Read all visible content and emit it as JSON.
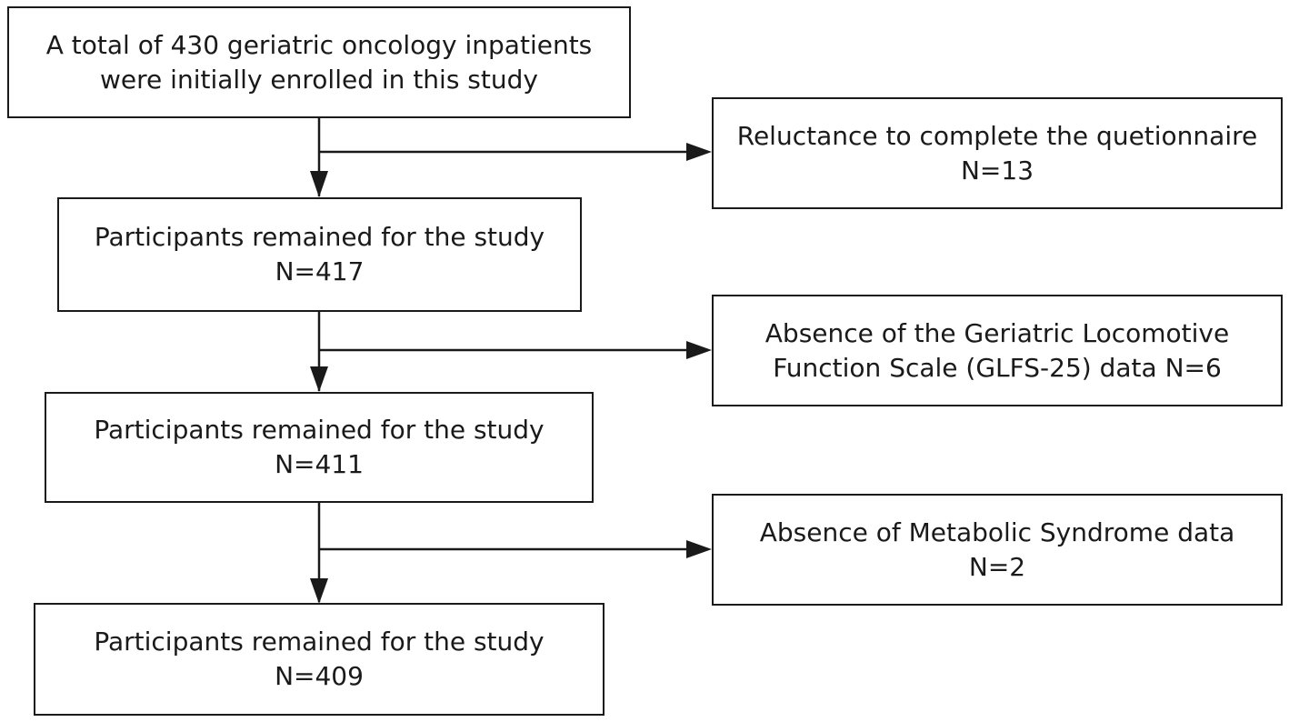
{
  "flowchart": {
    "main_steps": [
      {
        "line1": "A total of 430 geriatric oncology inpatients",
        "line2": "were initially enrolled in this study"
      },
      {
        "line1": "Participants remained for the study",
        "line2": "N=417"
      },
      {
        "line1": "Participants remained for the study",
        "line2": "N=411"
      },
      {
        "line1": "Participants remained for the study",
        "line2": "N=409"
      }
    ],
    "exclusions": [
      {
        "line1": "Reluctance to complete the quetionnaire",
        "line2": "N=13"
      },
      {
        "line1": "Absence of the Geriatric Locomotive",
        "line2": "Function Scale  (GLFS-25) data N=6"
      },
      {
        "line1": "Absence of Metabolic Syndrome data",
        "line2": "N=2"
      }
    ]
  },
  "colors": {
    "stroke": "#1a1a1a",
    "background": "#ffffff"
  }
}
